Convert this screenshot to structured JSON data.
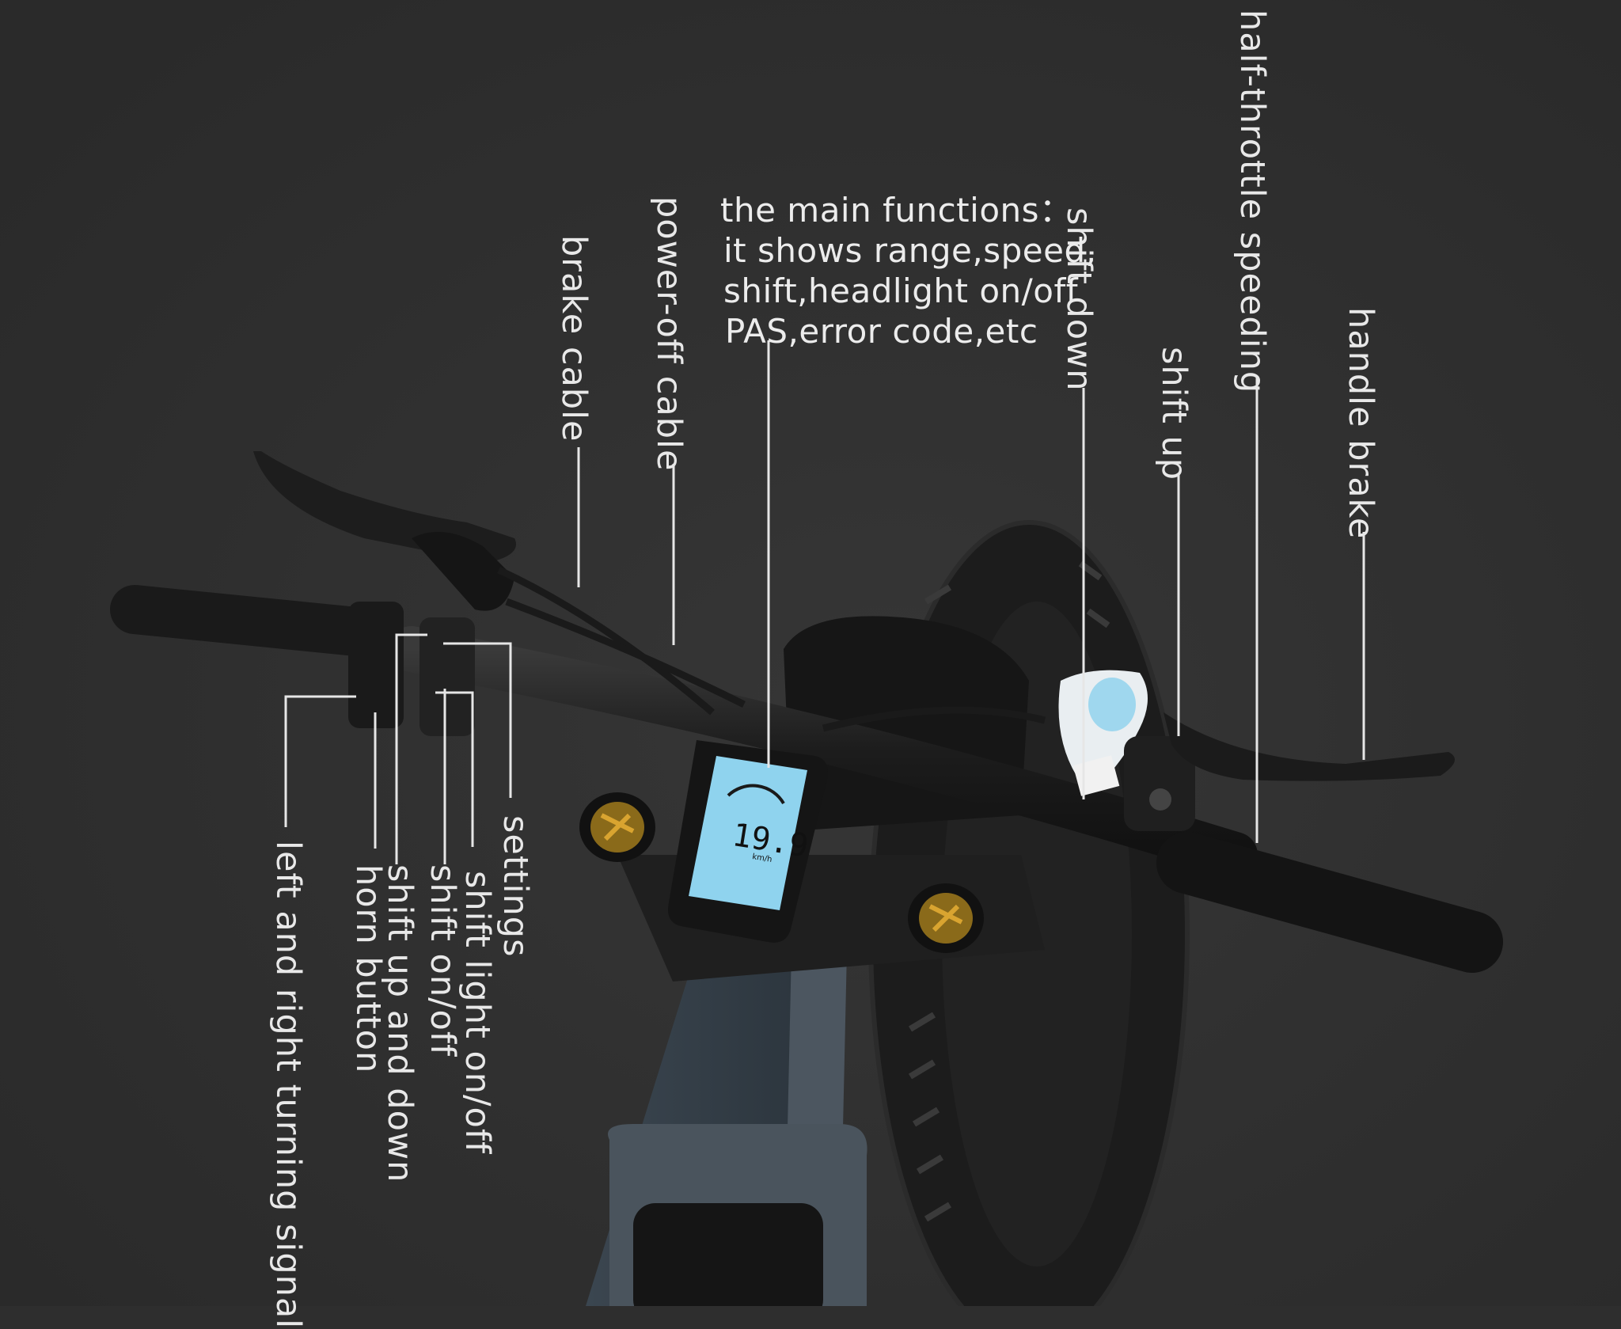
{
  "callouts": {
    "brake_cable": "brake cable",
    "power_off_cable": "power-off cable",
    "shift_down": "shift down",
    "shift_up": "shift up",
    "half_throttle": "half-throttle speeding",
    "handle_brake": "handle brake",
    "settings": "settings",
    "shift_light": "shift light on/off",
    "shift_on_off": "shift on/off",
    "shift_up_down": "shift up and down",
    "horn": "horn button",
    "turn_signal": "left and right turning signal"
  },
  "main_functions": {
    "line1": "the main functions：",
    "line2": "it shows range,speed,",
    "line3": "shift,headlight on/off",
    "line4": "PAS,error code,etc"
  },
  "display": {
    "speed": "19.9",
    "unit": "km/h"
  },
  "colors": {
    "background": "#2e2e2e",
    "label": "#e8e8e8",
    "screen": "#8fd3ee",
    "handlebar": "#1a1a1a"
  }
}
